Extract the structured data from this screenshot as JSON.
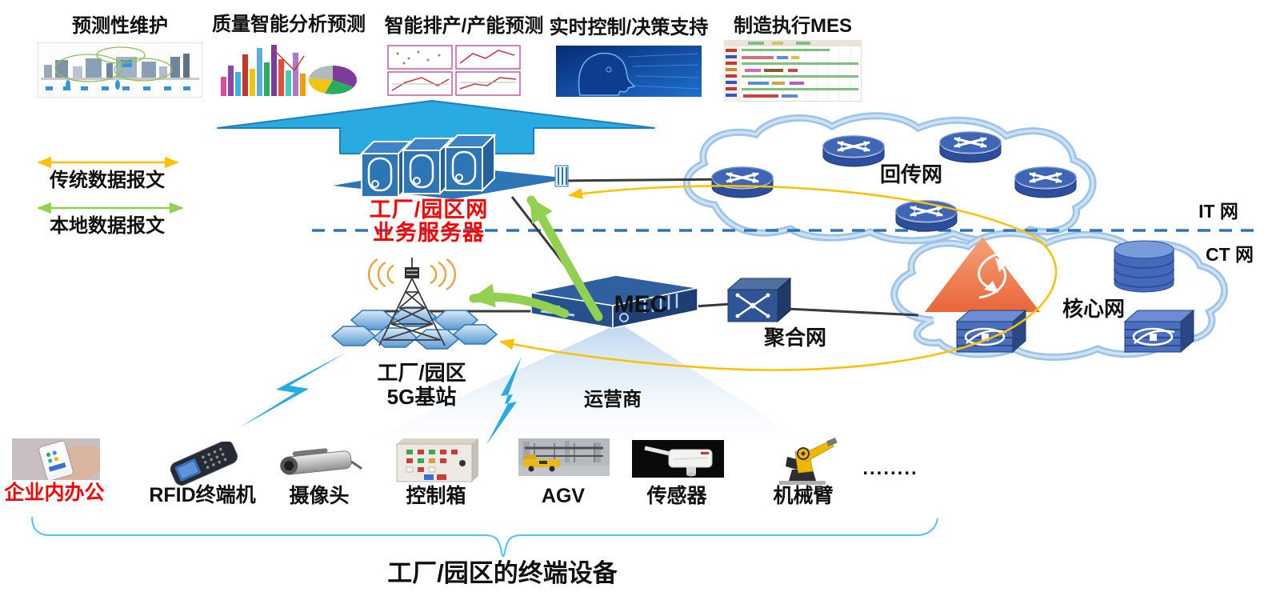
{
  "apps": [
    {
      "label": "预测性维护"
    },
    {
      "label": "质量智能分析预测"
    },
    {
      "label": "智能排产/产能预测"
    },
    {
      "label": "实时控制/决策支持"
    },
    {
      "label": "制造执行MES"
    }
  ],
  "legend": {
    "traditional_label": "传统数据报文",
    "local_label": "本地数据报文"
  },
  "network": {
    "server_line1": "工厂/园区网",
    "server_line2": "业务服务器",
    "mec_label": "MEC",
    "base_station_line1": "工厂/园区",
    "base_station_line2": "5G基站",
    "operator_label": "运营商",
    "aggregation_label": "聚合网",
    "backhaul_label": "回传网",
    "core_label": "核心网",
    "it_label": "IT 网",
    "ct_label": "CT 网"
  },
  "devices": [
    {
      "label": "企业内办公"
    },
    {
      "label": "RFID终端机"
    },
    {
      "label": "摄像头"
    },
    {
      "label": "控制箱"
    },
    {
      "label": "AGV"
    },
    {
      "label": "传感器"
    },
    {
      "label": "机械臂"
    },
    {
      "label": "........"
    }
  ],
  "bottom_title": "工厂/园区的终端设备",
  "colors": {
    "traditional_packet": "#FFC000",
    "local_packet": "#92D050",
    "highlight_red": "#FF0000",
    "device_blue": "#2E75B6",
    "arrow_cyan": "#29ABE2"
  }
}
